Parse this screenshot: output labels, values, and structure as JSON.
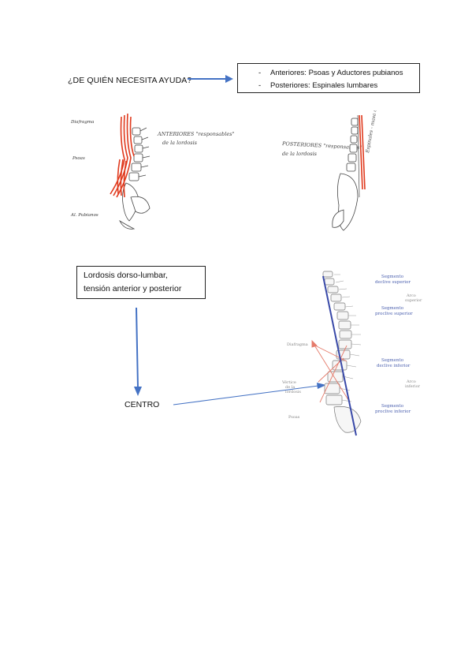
{
  "question": "¿DE QUIÉN NECESITA AYUDA?",
  "muscle_box": {
    "dash": "-",
    "lines": [
      "Anteriores: Psoas y Aductores pubianos",
      "Posteriores: Espinales lumbares"
    ]
  },
  "figure_anterior": {
    "labels": [
      "Diafragma",
      "Psoas",
      "Al. Pubianos"
    ],
    "caption_line1": "ANTERIORES \"responsables\"",
    "caption_line2": "de la lordosis"
  },
  "figure_posterior": {
    "caption_line1": "POSTERIORES \"responsables\"",
    "caption_line2": "de la lordosis",
    "side_label": "Espinales - masa común"
  },
  "lordosis_box": {
    "line1": "Lordosis dorso-lumbar,",
    "line2": "tensión anterior y posterior"
  },
  "centro": "CENTRO",
  "spine_figure": {
    "left_labels": [
      "Diafragma",
      "Vértice",
      "de la",
      "lordosis",
      "Psoas"
    ],
    "right_labels": [
      "Segmento",
      "declive superior",
      "Arco",
      "superior",
      "Segmento",
      "proclive superior",
      "Segmento",
      "declive inferior",
      "Arco",
      "inferior",
      "Segmento",
      "proclive inferior"
    ]
  },
  "colors": {
    "arrow_blue": "#4472c4",
    "muscle_red": "#e03a1e",
    "line_blue": "#3949a8"
  }
}
